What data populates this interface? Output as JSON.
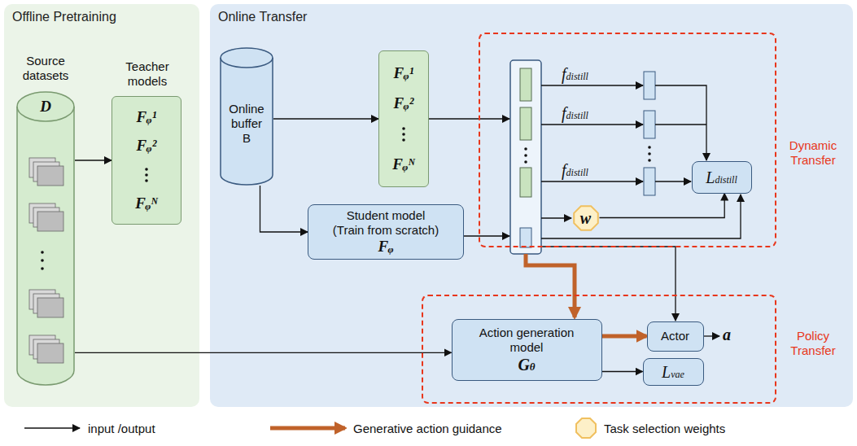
{
  "diagram": {
    "nodes": [
      {
        "text": [
          "Offline Pretraining"
        ]
      },
      {
        "text": [
          "Source datasets",
          "D"
        ],
        "in": 0
      },
      {
        "text": [
          "Teacher models",
          "Fᵩ¹",
          "Fᵩ²",
          "Fᵩᴺ"
        ],
        "in": 0
      },
      {
        "text": [
          "Online Transfer"
        ]
      },
      {
        "text": [
          "Online buffer",
          "B"
        ],
        "in": 3
      },
      {
        "text": [
          "Fᵩ¹",
          "Fᵩ²",
          "Fᵩᴺ"
        ],
        "in": 3
      },
      {
        "text": [
          "Student model (Train from scratch)",
          "Fᵩ"
        ],
        "in": 3
      },
      {
        "text": [
          "Dynamic Transfer"
        ],
        "in": 3
      },
      {
        "text": [
          "Ldistill"
        ],
        "in": 7
      },
      {
        "text": [
          "w"
        ],
        "in": 7
      },
      {
        "text": [
          "Policy Transfer"
        ],
        "in": 3
      },
      {
        "text": [
          "Action generation model",
          "Gθ"
        ],
        "in": 10
      },
      {
        "text": [
          "Actor"
        ],
        "in": 10
      },
      {
        "text": [
          "Lvae"
        ],
        "in": 10
      }
    ],
    "edges": [
      {
        "from": 1,
        "to": 2,
        "arrow": "to"
      },
      {
        "from": 4,
        "to": 5,
        "arrow": "to"
      },
      {
        "from": 4,
        "to": 6,
        "arrow": "to"
      },
      {
        "from": 1,
        "to": 11,
        "arrow": "to"
      },
      {
        "from": 11,
        "to": 12,
        "arrow": "to"
      },
      {
        "from": 11,
        "to": 13,
        "arrow": "to"
      },
      {
        "from": 9,
        "to": 8,
        "arrow": "to"
      }
    ],
    "labels": [
      "fdistill",
      "fdistill",
      "fdistill",
      "a"
    ],
    "legend": [
      {
        "text": "input /output"
      },
      {
        "text": "Generative action guidance"
      },
      {
        "text": "Task selection weights"
      }
    ]
  }
}
